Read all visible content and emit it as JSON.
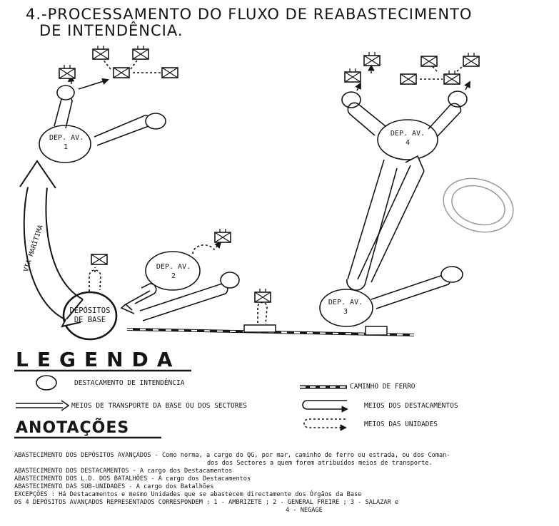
{
  "title": {
    "line1": "4.-PROCESSAMENTO  DO  FLUXO  DE  REABASTECIMENTO",
    "line2": "DE  INTENDÊNCIA."
  },
  "diagram": {
    "dep1": [
      "DEP. AV.",
      "1"
    ],
    "dep2": [
      "DEP. AV.",
      "2"
    ],
    "dep3": [
      "DEP. AV.",
      "3"
    ],
    "dep4": [
      "DEP. AV.",
      "4"
    ],
    "base": [
      "DEPÓSITOS",
      "DE BASE"
    ],
    "via_maritima": "VIA  MARÍTIMA"
  },
  "legend": {
    "heading": "LEGENDA",
    "circle": "DESTACAMENTO  DE  INTENDÊNCIA",
    "railway": "CAMINHO  DE  FERRO",
    "double_arrow": "MEIOS DE TRANSPORTE DA BASE OU DOS SECTORES",
    "solid_loop": "MEIOS  DOS  DESTACAMENTOS",
    "dashed_loop": "MEIOS  DAS  UNIDADES"
  },
  "annotations": {
    "heading": "ANOTAÇÕES",
    "lines": [
      {
        "label": "ABASTECIMENTO DOS DEPÓSITOS AVANÇADOS",
        "text": " - Como norma, a cargo do QG, por mar, caminho de ferro ou estrada, ou dos Coman-"
      },
      {
        "label": "",
        "text": "dos dos Sectores a quem forem atribuídos meios de transporte."
      },
      {
        "label": "ABASTECIMENTO  DOS  DESTACAMENTOS",
        "text": " - A cargo dos Destacamentos"
      },
      {
        "label": "ABASTECIMENTO DOS L.D. DOS BATALHÕES",
        "text": " - A cargo dos Destacamentos"
      },
      {
        "label": "ABASTECIMENTO  DAS  SUB-UNIDADES",
        "text": " - A cargo dos Batalhões"
      },
      {
        "label": "EXCEPÇÕES",
        "text": " : Há Destacamentos e mesmo Unidades que se abastecem directamente dos Órgãos da Base"
      },
      {
        "label": "OS 4 DEPÓSITOS AVANÇADOS REPRESENTADOS CORRESPONDEM",
        "text": " : 1 - AMBRIZETE ; 2 - GENERAL FREIRE ; 3 - SALAZAR e"
      },
      {
        "label": "",
        "text": "4 - NEGAGE"
      }
    ]
  },
  "colors": {
    "ink": "#151515",
    "paper": "#ffffff",
    "stamp": "#9a9a9a"
  }
}
